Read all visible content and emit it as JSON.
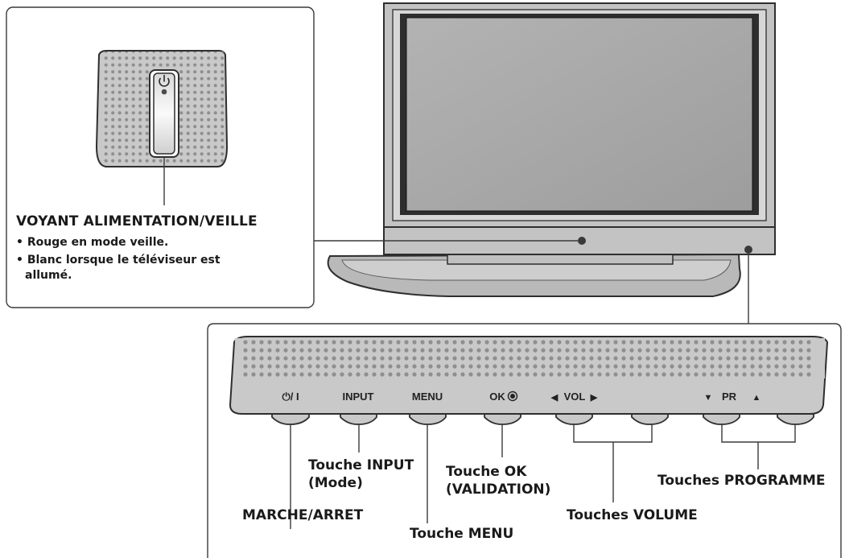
{
  "standby_callout": {
    "title": "VOYANT ALIMENTATION/VEILLE",
    "bullets": [
      "• Rouge en mode veille.",
      "• Blanc lorsque le téléviseur est",
      "allumé."
    ]
  },
  "control_panel": {
    "labels": {
      "power": "⏻/ I",
      "input": "INPUT",
      "menu": "MENU",
      "ok": "OK",
      "vol": "VOL",
      "pr": "PR"
    },
    "arrows": {
      "vol_left": "◀",
      "vol_right": "▶",
      "pr_down": "▼",
      "pr_up": "▲"
    }
  },
  "button_captions": {
    "input_line1": "Touche INPUT",
    "input_line2": "(Mode)",
    "ok_line1": "Touche OK",
    "ok_line2": "(VALIDATION)",
    "programme": "Touches PROGRAMME",
    "power": "MARCHE/ARRET",
    "volume": "Touches VOLUME",
    "menu": "Touche MENU"
  },
  "colors": {
    "line": "#3a3a3a",
    "panel_fill": "#c9c9c9",
    "screen_fill": "#a9a9a9",
    "dot": "#8f8f8f"
  }
}
